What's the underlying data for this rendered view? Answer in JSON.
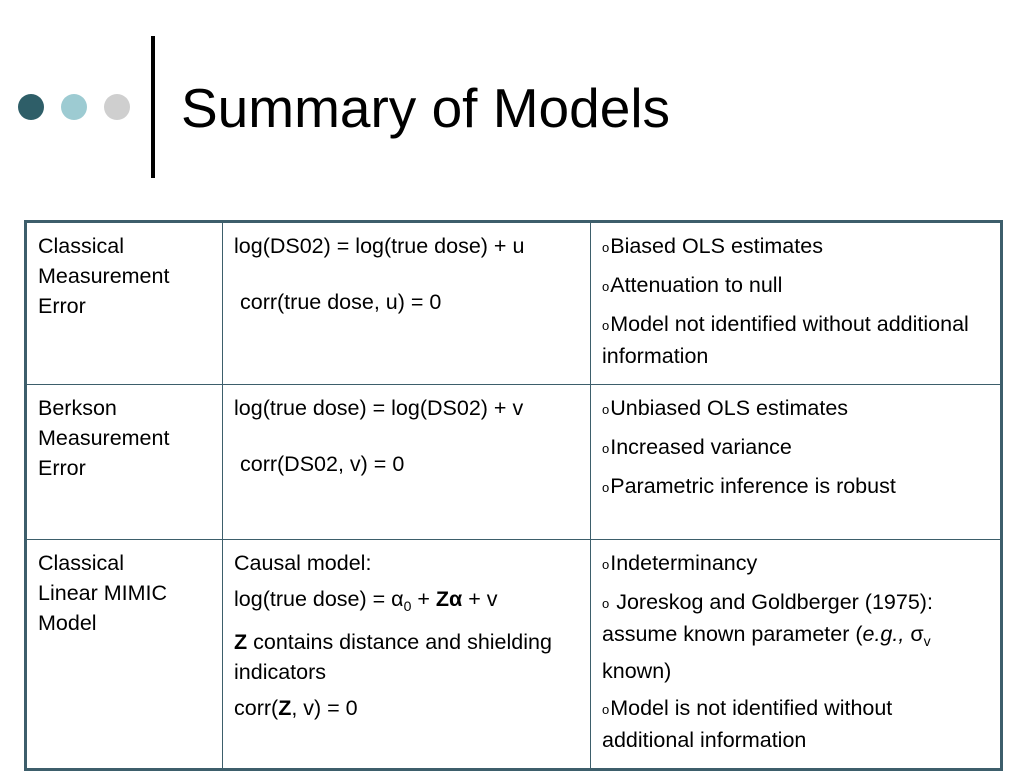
{
  "slide": {
    "title": "Summary of Models",
    "colors": {
      "dot1": "#2e5e68",
      "dot2": "#9dcbd2",
      "dot3": "#cfcfcf",
      "border": "#3d5e6b"
    }
  },
  "table": {
    "bullet_marker": "o",
    "rows": [
      {
        "model": [
          "Classical",
          "Measurement",
          "Error"
        ],
        "equation": {
          "line1": "log(DS02) = log(true dose) + u",
          "line2": "corr(true dose, u) = 0"
        },
        "notes": [
          "Biased OLS estimates",
          "Attenuation to null",
          "Model not identified without additional information"
        ]
      },
      {
        "model": [
          "Berkson",
          "Measurement",
          "Error"
        ],
        "equation": {
          "line1": "log(true dose) = log(DS02) + v",
          "line2": "corr(DS02, v) = 0"
        },
        "notes": [
          "Unbiased OLS estimates",
          "Increased variance",
          "Parametric inference is robust"
        ]
      },
      {
        "model": [
          "Classical",
          "Linear MIMIC",
          "Model"
        ],
        "equation": {
          "intro": "Causal model:",
          "lhs": "log(true dose) = α",
          "sub0": "0",
          "plus": " + ",
          "z_alpha": "Zα",
          "tail": " + v",
          "z": "Z",
          "z_desc": " contains distance and shielding indicators",
          "corr_pre": "corr(",
          "corr_z": "Z",
          "corr_post": ", v) = 0"
        },
        "notes": {
          "n1": "Indeterminancy",
          "n2_pre": " Joreskog and Goldberger (1975):  assume known parameter (",
          "n2_eg": "e.g.,",
          "n2_sigma": " σ",
          "n2_sub": "v",
          "n2_post": " known)",
          "n3": "Model is not identified without additional information"
        }
      }
    ]
  }
}
